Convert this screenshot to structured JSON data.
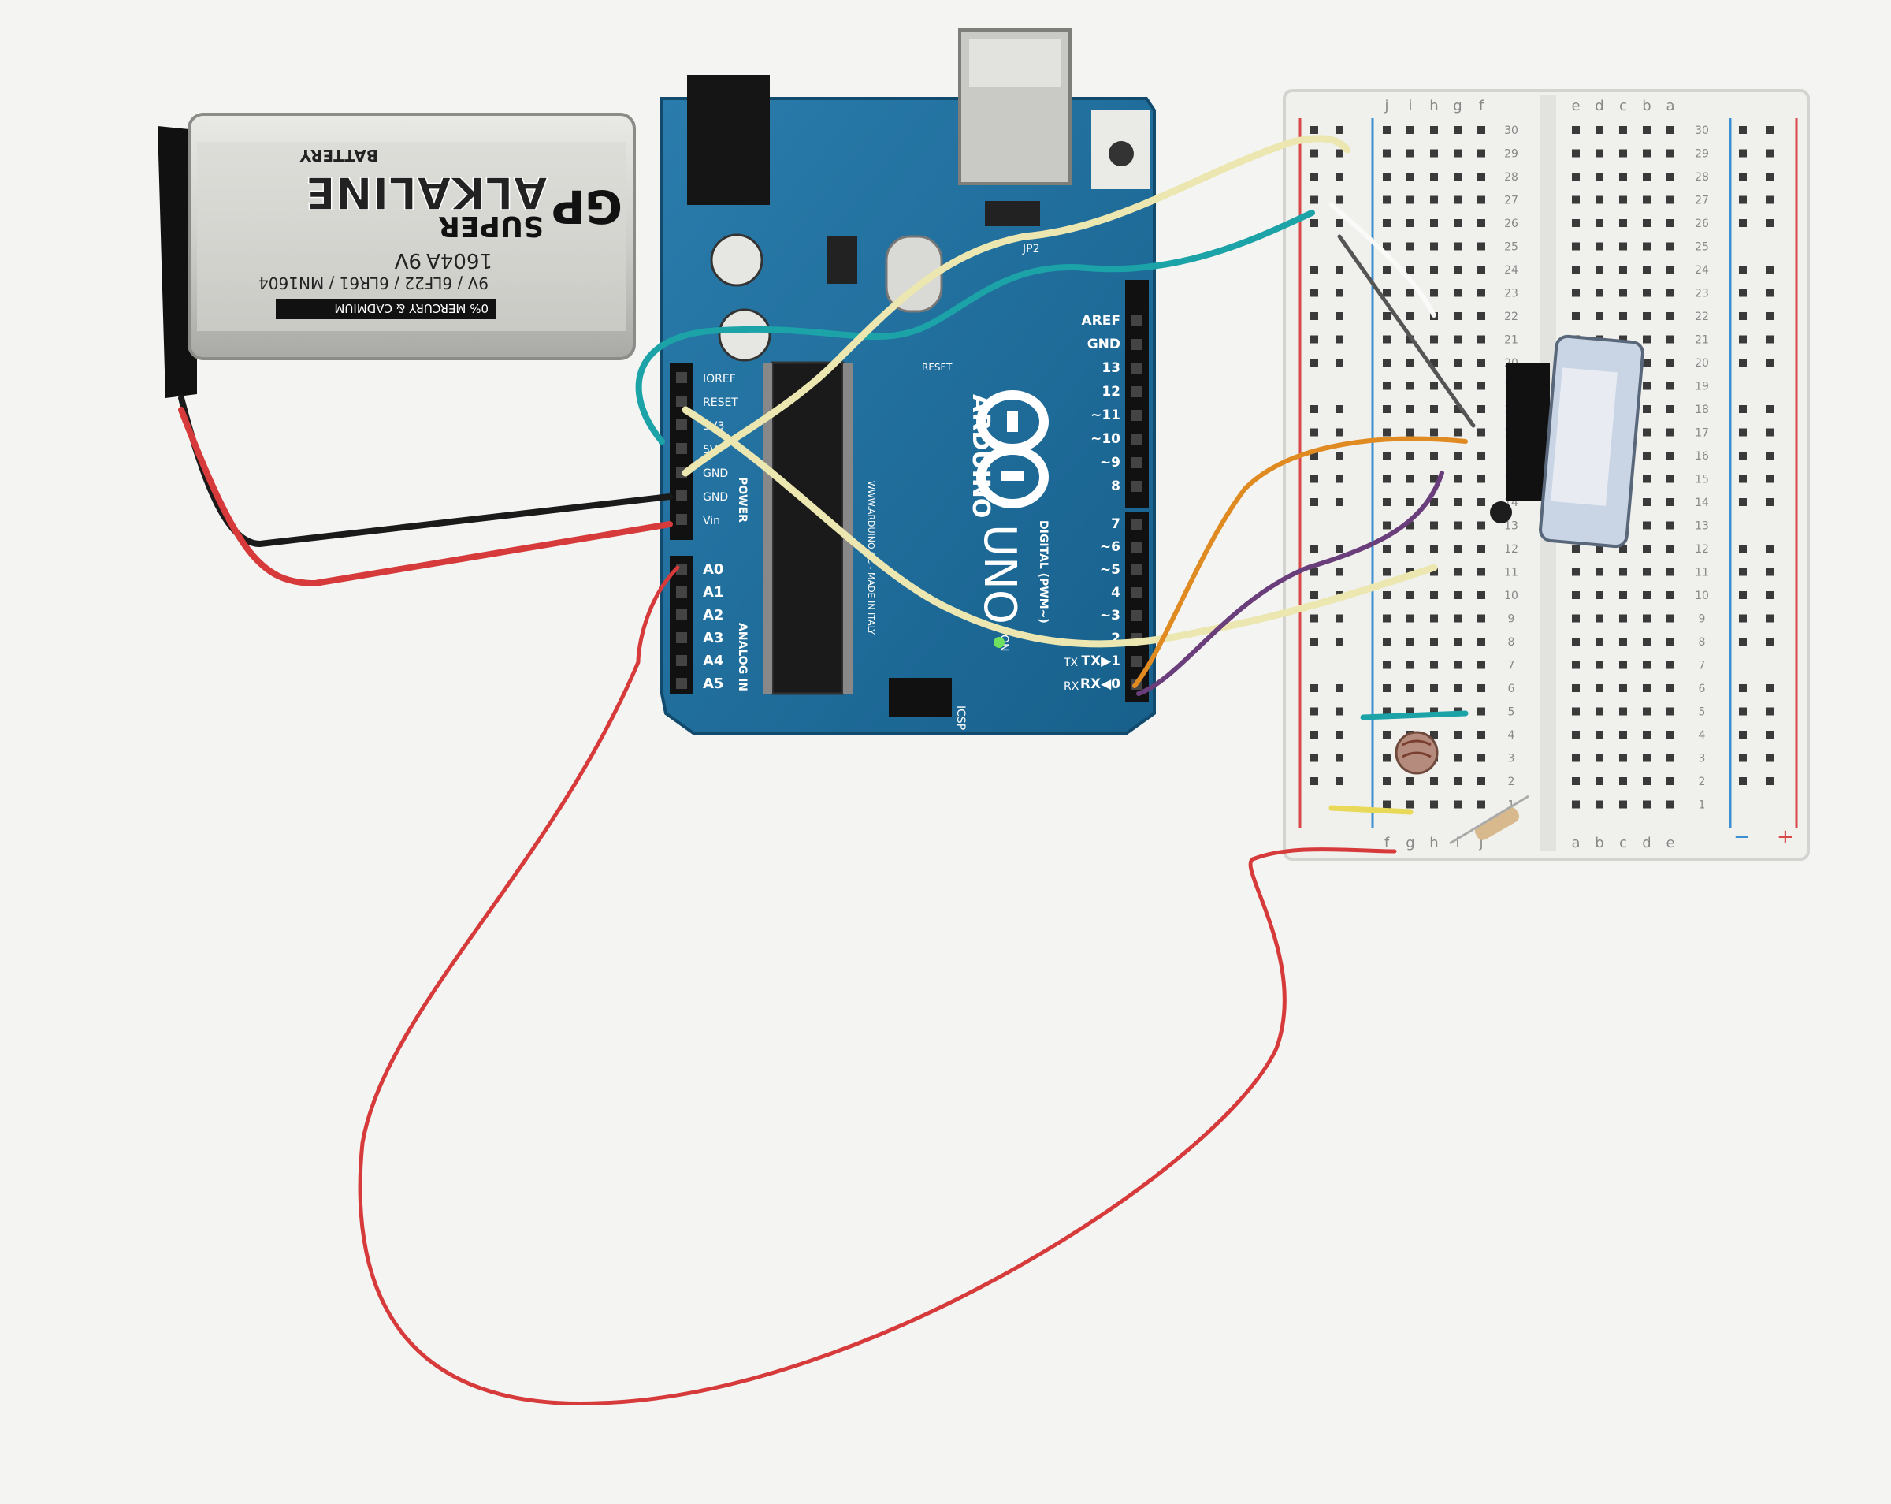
{
  "battery": {
    "brand": "GP",
    "line1": "SUPER",
    "line2": "ALKALINE",
    "label_battery": "BATTERY",
    "model": "1604A",
    "voltage": "9V",
    "codes": "9V / 6LF22 / 6LR61 / MN1604",
    "warning": "0% MERCURY & CADMIUM"
  },
  "arduino": {
    "brand": "ARDUINO",
    "model": "UNO",
    "reset_label": "RESET",
    "on_label": "ON",
    "tx_label": "TX",
    "rx_label": "RX",
    "jp2_label": "JP2",
    "icsp_label": "ICSP",
    "power_header": "POWER",
    "power_pins": [
      "IOREF",
      "RESET",
      "3V3",
      "5V",
      "GND",
      "GND",
      "Vin"
    ],
    "analog_header": "ANALOG IN",
    "analog_pins": [
      "A0",
      "A1",
      "A2",
      "A3",
      "A4",
      "A5"
    ],
    "digital_header": "DIGITAL (PWM~)",
    "digital_top": [
      "AREF",
      "GND",
      "13",
      "12",
      "~11",
      "~10",
      "~9",
      "8"
    ],
    "digital_bottom": [
      "7",
      "~6",
      "~5",
      "4",
      "~3",
      "2",
      "TX▶1",
      "RX◀0"
    ],
    "url_text": "WWW.ARDUINO.CC - MADE IN ITALY"
  },
  "breadboard": {
    "col_letters_left_top": [
      "j",
      "i",
      "h",
      "g",
      "f"
    ],
    "col_letters_right_top": [
      "e",
      "d",
      "c",
      "b",
      "a"
    ],
    "col_letters_left_bottom": [
      "a",
      "b",
      "c",
      "d",
      "e"
    ],
    "col_letters_right_bottom": [
      "f",
      "g",
      "h",
      "i",
      "j"
    ],
    "row_numbers": [
      "30",
      "29",
      "28",
      "27",
      "26",
      "25",
      "24",
      "23",
      "22",
      "21",
      "20",
      "19",
      "18",
      "17",
      "16",
      "15",
      "14",
      "13",
      "12",
      "11",
      "10",
      "9",
      "8",
      "7",
      "6",
      "5",
      "4",
      "3",
      "2",
      "1"
    ],
    "minus": "−",
    "plus": "+"
  },
  "colors": {
    "board_blue": "#1f6f9f",
    "wire_red": "#d63a3a",
    "wire_black": "#1a1a1a",
    "wire_cream": "#ece6b0",
    "wire_teal": "#1ba3a8",
    "wire_orange": "#e08a22",
    "wire_purple": "#6a3e7a",
    "wire_yellow": "#e8d958"
  }
}
